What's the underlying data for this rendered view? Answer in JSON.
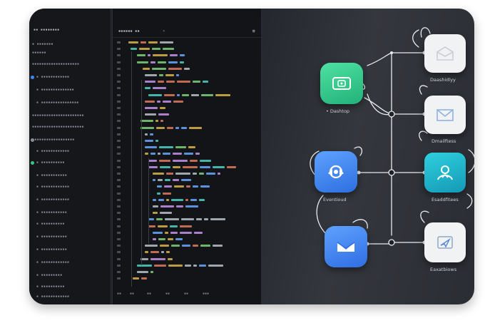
{
  "sidebar": {
    "header": "▪▪ ▪▪▪▪▪▪▪▪",
    "items": [
      {
        "label": "▪ ▪▪▪▪▪▪▪"
      },
      {
        "label": "▪▪▪▪▪▪"
      },
      {
        "label": "▪▪▪▪▪▪▪▪▪▪▪▪▪▪▪▪▪▪▪▪"
      },
      {
        "label": "▪ ▪▪▪▪▪▪▪▪▪▪▪▪"
      },
      {
        "label": "▪ ▪▪▪▪▪▪▪▪▪▪▪▪▪▪"
      },
      {
        "label": "▪ ▪▪▪▪▪▪▪▪▪▪▪▪▪▪▪▪"
      },
      {
        "label": "▪▪▪▪▪▪▪▪▪▪▪▪▪▪▪▪▪▪▪▪▪▪"
      },
      {
        "label": "▪▪▪▪▪▪▪▪▪▪▪▪▪▪▪▪▪▪▪▪▪▪"
      },
      {
        "label": "▪▪▪▪▪▪▪▪▪▪▪▪▪▪▪▪▪▪"
      },
      {
        "label": "▪ ▪▪▪▪▪▪▪▪▪▪▪▪"
      },
      {
        "label": "▪ ▪▪▪▪▪▪▪▪▪▪"
      },
      {
        "label": "▪ ▪▪▪▪▪▪▪▪▪▪▪"
      },
      {
        "label": "▪ ▪▪▪▪▪▪▪▪▪▪▪▪"
      },
      {
        "label": "▪ ▪▪▪▪▪▪▪▪▪▪▪▪"
      },
      {
        "label": "▪ ▪▪▪▪▪▪▪▪▪▪▪"
      },
      {
        "label": "▪ ▪▪▪▪▪▪▪▪▪▪"
      },
      {
        "label": "▪ ▪▪▪▪▪▪▪▪▪▪▪"
      },
      {
        "label": "▪ ▪▪▪▪▪▪▪▪▪▪▪"
      },
      {
        "label": "▪ ▪▪▪▪▪▪▪▪▪▪▪▪"
      },
      {
        "label": "▪ ▪▪▪▪▪▪▪▪▪"
      },
      {
        "label": "▪ ▪▪▪▪▪▪▪▪▪▪"
      },
      {
        "label": "▪ ▪▪▪▪▪▪▪▪▪▪▪▪"
      }
    ]
  },
  "editor": {
    "tab_label": "▪▪▪▪▪▪ ▪▪",
    "status": [
      "▪▪",
      "▪▪",
      "▪▪",
      "▪▪",
      "▪▪",
      "▪▪▪"
    ]
  },
  "diagram": {
    "nodes": [
      {
        "label": "• Dashtop",
        "icon": "wallet-icon"
      },
      {
        "label": "Eventioud",
        "icon": "cloud-gear-icon"
      },
      {
        "label": "",
        "icon": "envelope-fold-icon"
      },
      {
        "label": "Daashidlyy",
        "icon": "mail-open-icon"
      },
      {
        "label": "Dmailftess",
        "icon": "envelope-icon"
      },
      {
        "label": "Esaddfitees",
        "icon": "user-icon"
      },
      {
        "label": "Eaxatbiows",
        "icon": "send-icon"
      }
    ]
  },
  "colors": {
    "green": "#34c98a",
    "blue": "#3f86f0",
    "cyan": "#1fb7c8",
    "white_tile": "#f2f3f5"
  }
}
